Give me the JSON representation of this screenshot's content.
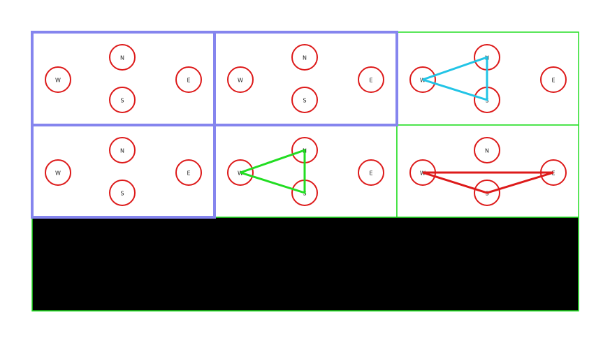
{
  "colors": {
    "background": "#ffffff",
    "cell_border": "#22dd22",
    "selection_border": "#8585ee",
    "node_ring": "#dd1a1a",
    "node_label": "#222222",
    "empty_slot": "#000000"
  },
  "node_labels": {
    "N": "N",
    "S": "S",
    "W": "W",
    "E": "E"
  },
  "cells": [
    {
      "id": "r1c1",
      "selected": true,
      "path": [],
      "path_color": ""
    },
    {
      "id": "r1c2",
      "selected": true,
      "path": [],
      "path_color": ""
    },
    {
      "id": "r1c3",
      "selected": false,
      "path": [
        "W",
        "N",
        "S",
        "W"
      ],
      "path_color": "#22c4e6"
    },
    {
      "id": "r2c1",
      "selected": true,
      "path": [],
      "path_color": ""
    },
    {
      "id": "r2c2",
      "selected": false,
      "path": [
        "W",
        "N",
        "S",
        "W"
      ],
      "path_color": "#22dd22"
    },
    {
      "id": "r2c3",
      "selected": false,
      "path": [
        "W",
        "E",
        "S",
        "W"
      ],
      "path_color": "#dd1a1a"
    },
    {
      "id": "r3-empty",
      "selected": false,
      "empty": true
    }
  ]
}
